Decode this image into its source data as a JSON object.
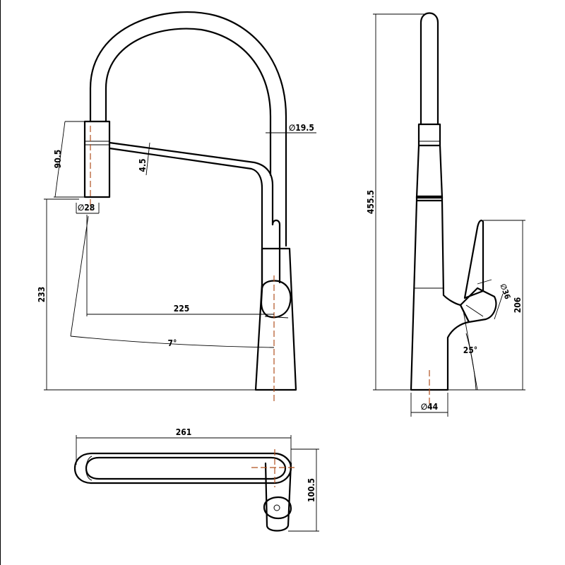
{
  "front_view": {
    "dim_spray_length": "90.5",
    "dim_spray_gap": "4.5",
    "dim_hose_dia": "∅19.5",
    "dim_spray_dia": "∅28",
    "dim_height": "233",
    "dim_reach": "225",
    "dim_swivel_angle": "7°"
  },
  "side_view": {
    "dim_total_height": "455.5",
    "dim_lever_height": "206",
    "dim_handle_dia": "∅36",
    "dim_handle_angle": "25°",
    "dim_base_dia": "∅44"
  },
  "top_view": {
    "dim_length": "261",
    "dim_depth": "100.5"
  }
}
